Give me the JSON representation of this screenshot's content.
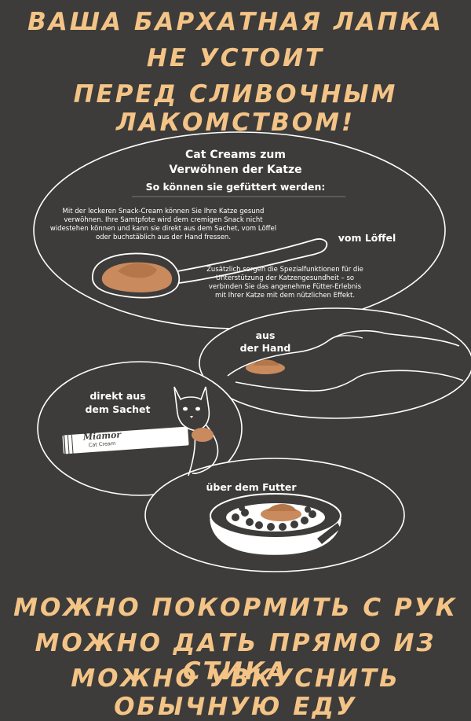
{
  "headline": {
    "line1": "Ваша бархатная лапка",
    "line2": "не устоит",
    "line3": "перед сливочным лакомством!"
  },
  "info": {
    "title_line1": "Cat Creams zum",
    "title_line2": "Verwöhnen der Katze",
    "subtitle": "So können sie gefüttert werden:",
    "intro_text": "Mit der leckeren Snack-Cream können Sie Ihre Katze gesund verwöhnen. Ihre Samtpfote wird dem cremigen Snack nicht widestehen können und kann sie direkt aus dem Sachet, vom Löffel oder buchstäblich aus der Hand fressen.",
    "extra_text": "Zusätzlich sorgen die Spezialfunktionen für die Unterstützung der Katzengesundheit – so verbinden Sie das angenehme Fütter-Erlebnis mit Ihrer Katze mit dem nützlichen Effekt."
  },
  "methods": {
    "spoon": "vom Löffel",
    "hand_line1": "aus",
    "hand_line2": "der Hand",
    "sachet_line1": "direkt aus",
    "sachet_line2": "dem Sachet",
    "bowl": "über dem Futter"
  },
  "sachet": {
    "brand": "Miamor",
    "product": "Cat Cream"
  },
  "footer": {
    "line1": "Можно покормить с рук",
    "line2": "Можно дать прямо из стика",
    "line3": "Можно увкуснить обычную еду"
  },
  "colors": {
    "background": "#3d3c3a",
    "accent": "#f4c487",
    "cream": "#c98a5e",
    "line": "#ffffff"
  }
}
